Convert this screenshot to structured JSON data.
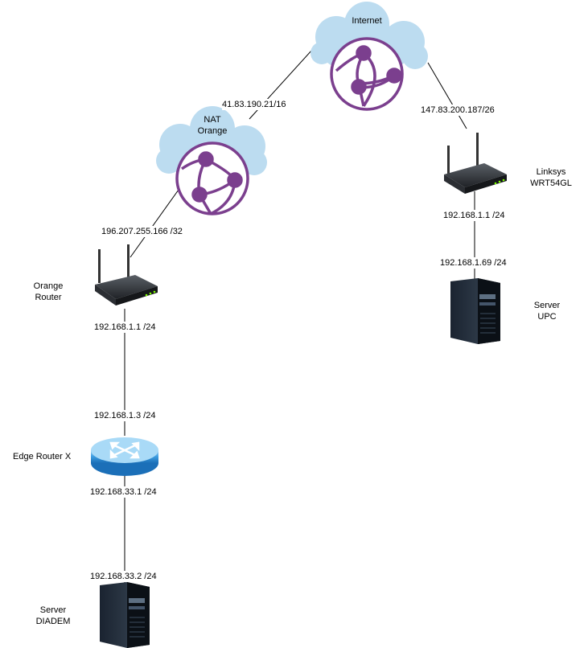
{
  "clouds": {
    "internet": {
      "label": "Internet"
    },
    "nat": {
      "label_line1": "NAT",
      "label_line2": "Orange"
    }
  },
  "links": {
    "nat_internet": "41.83.190.21/16",
    "internet_linksys": "147.83.200.187/26",
    "nat_orange_router": "196.207.255.166 /32",
    "orange_lan": "192.168.1.1 /24",
    "edge_wan": "192.168.1.3 /24",
    "edge_lan": "192.168.33.1 /24",
    "diadem_ip": "192.168.33.2 /24",
    "linksys_lan": "192.168.1.1 /24",
    "upc_ip": "192.168.1.69 /24"
  },
  "devices": {
    "orange_router": {
      "line1": "Orange",
      "line2": "Router"
    },
    "linksys": {
      "line1": "Linksys",
      "line2": "WRT54GL"
    },
    "edge_router": {
      "label": "Edge Router X"
    },
    "server_upc": {
      "line1": "Server",
      "line2": "UPC"
    },
    "server_diadem": {
      "line1": "Server",
      "line2": "DIADEM"
    }
  },
  "colors": {
    "cloud": "#bcdcf0",
    "globe": "#7b3f8e",
    "line": "#000000"
  },
  "icons": {
    "cloud": "cloud-icon",
    "globe": "globe-network-icon",
    "wireless_router": "wireless-router-icon",
    "router": "router-icon",
    "server": "server-tower-icon"
  }
}
